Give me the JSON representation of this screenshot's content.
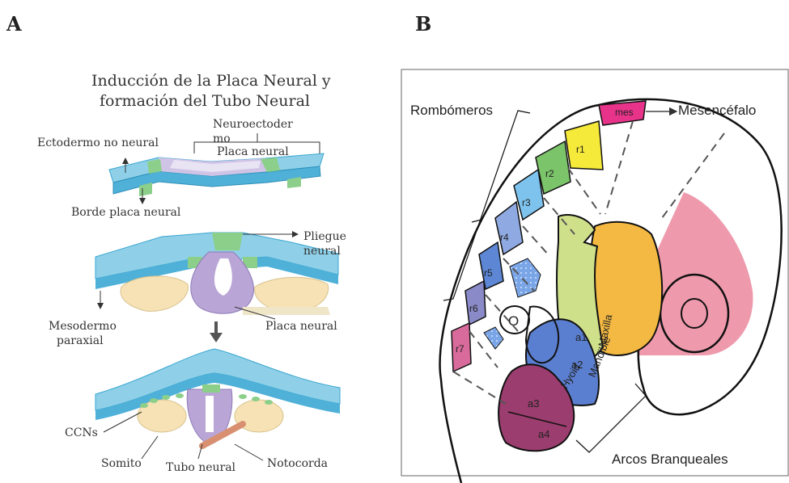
{
  "panels": {
    "a": {
      "letter": "A",
      "title_line1": "Inducción de la Placa Neural y",
      "title_line2": "formación del Tubo Neural",
      "labels": {
        "ectodermo_no_neural": "Ectodermo no neural",
        "neuroectodermo_line1": "Neuroectoder",
        "neuroectodermo_line2": "mo",
        "placa_neural_top": "Placa neural",
        "borde_placa_neural": "Borde placa neural",
        "pliegue_line1": "Pliegue",
        "pliegue_line2": "neural",
        "mesodermo_line1": "Mesodermo",
        "mesodermo_line2": "paraxial",
        "placa_neural_mid": "Placa neural",
        "ccns": "CCNs",
        "somito": "Somito",
        "tubo_neural": "Tubo neural",
        "notocorda": "Notocorda"
      }
    },
    "b": {
      "letter": "B",
      "labels": {
        "rombomeros": "Rombómeros",
        "mesencefalo": "Mesencéfalo",
        "arcos": "Arcos Branqueales",
        "mes": "mes",
        "r1": "r1",
        "r2": "r2",
        "r3": "r3",
        "r4": "r4",
        "r5": "r5",
        "r6": "r6",
        "r7": "r7",
        "a1": "a1",
        "a2": "a2",
        "a3": "a3",
        "a4": "a4",
        "maxilla": "Maxilla",
        "mandible": "Mandible",
        "hyoid": "Hyoid",
        "otic": "O"
      }
    }
  },
  "colors": {
    "ectoderm_blue": "#8fd0e8",
    "ectoderm_edge": "#3aa6d0",
    "neural_plate_purple": "#b9a6d6",
    "border_green": "#8ccf8a",
    "mesoderm_cream": "#f6e2b4",
    "mes_magenta": "#e8338a",
    "r1_yellow": "#f5e93a",
    "r2_green": "#7cc46a",
    "r3_lightblue": "#7ec3ee",
    "r4_blue": "#8fa9e2",
    "r5_blue": "#5d86d4",
    "r6_lavender": "#8a8ac8",
    "r7_pink": "#d96b9c",
    "maxilla_orange": "#f4b942",
    "mandible_green": "#cfe08a",
    "hyoid_blue": "#5b7fd0",
    "arch3_maroon": "#9b3d6e",
    "face_pink": "#ee9aac"
  }
}
